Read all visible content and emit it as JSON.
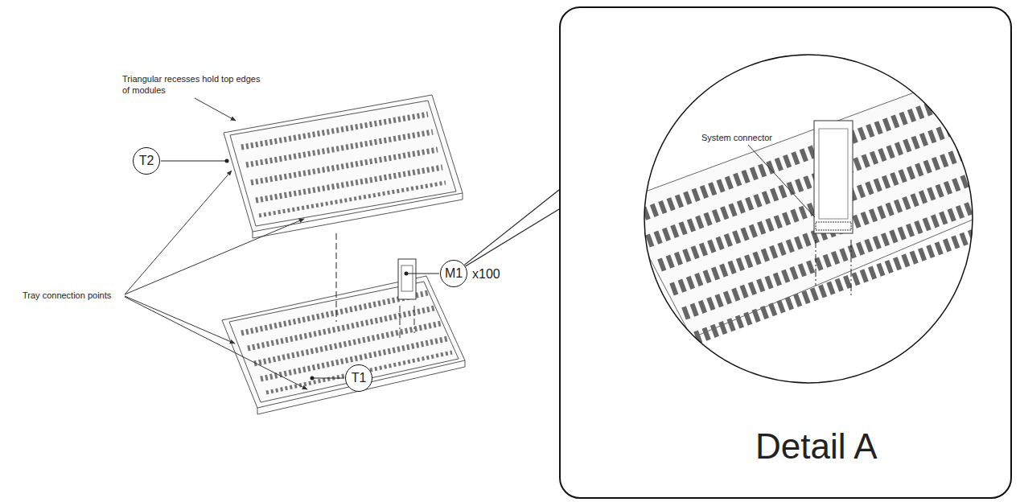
{
  "diagram": {
    "nodes": [
      {
        "text": [
          "T2"
        ]
      },
      {
        "text": [
          "M1"
        ]
      },
      {
        "text": [
          "T1"
        ]
      },
      {
        "text": [
          "Detail A"
        ]
      }
    ],
    "edges": [
      {
        "from": 1,
        "to": 3,
        "arrow": "none"
      }
    ],
    "labels": [
      "Triangular recesses hold top edges of modules",
      "Tray connection points",
      "x100",
      "System connector"
    ]
  }
}
